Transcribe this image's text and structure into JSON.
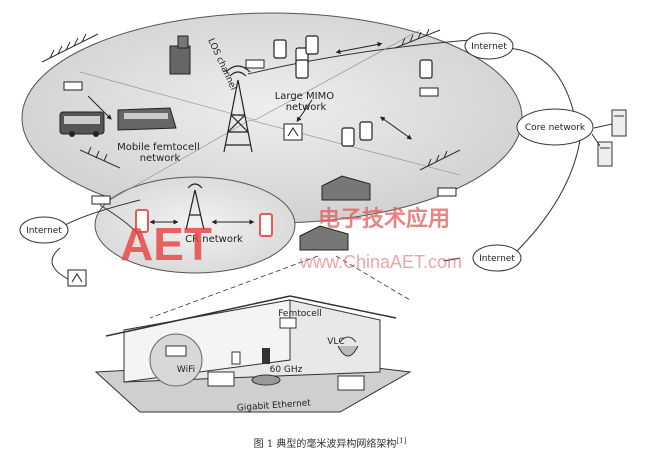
{
  "figure": {
    "caption": "图 1   典型的毫米波异构网络架构",
    "caption_ref": "[1]"
  },
  "labels": {
    "los_channel": "LOS channel",
    "large_mimo": "Large MIMO network",
    "mobile_femtocell": "Mobile femtocell network",
    "cr_network": "CR network",
    "core_network": "Core network",
    "internet_top": "Internet",
    "internet_left": "Internet",
    "internet_right": "Internet",
    "femtocell": "Femtocell",
    "vlc": "VLC",
    "wifi": "WiFi",
    "sixty_ghz": "60 GHz",
    "gigabit_ethernet": "Gigabit Ethernet"
  },
  "watermark": {
    "logo": "AET",
    "chinese": "电子技术应用",
    "url": "www.ChinaAET.com"
  },
  "colors": {
    "ellipse_fill": "#d9d9d9",
    "ellipse_stroke": "#555555",
    "line": "#333333",
    "watermark": "#e8403f",
    "highlight": "#e35a5a"
  }
}
